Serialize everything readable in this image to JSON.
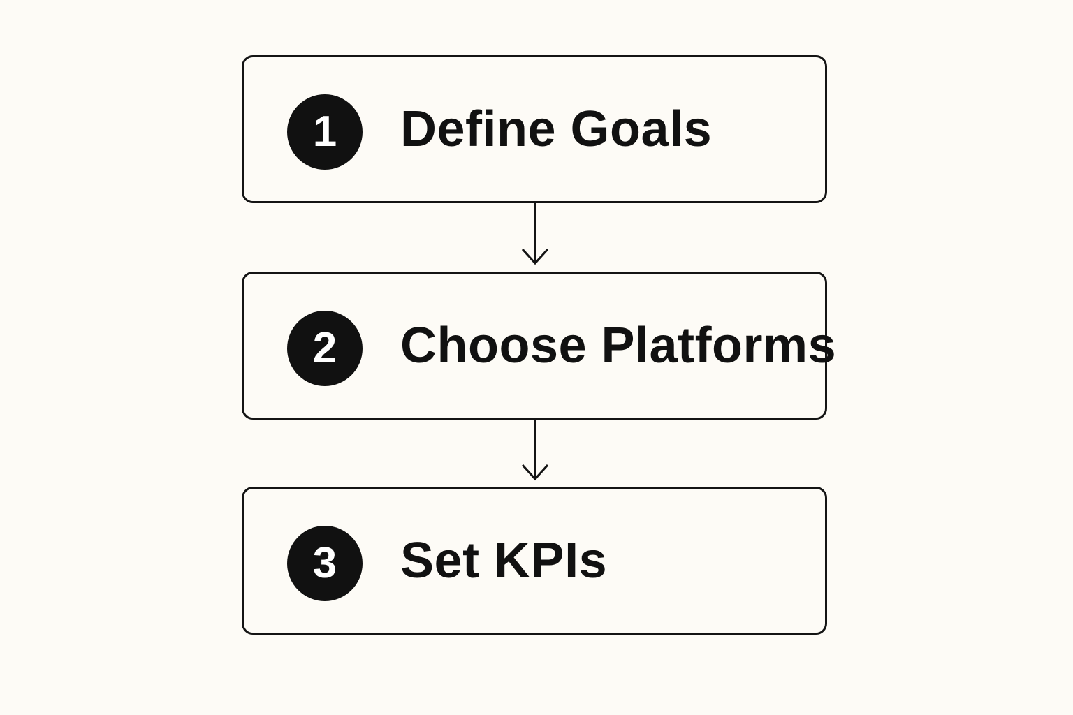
{
  "flowchart": {
    "steps": [
      {
        "number": "1",
        "label": "Define Goals"
      },
      {
        "number": "2",
        "label": "Choose Platforms"
      },
      {
        "number": "3",
        "label": "Set KPIs"
      }
    ]
  },
  "colors": {
    "background": "#fdfbf6",
    "ink": "#111111",
    "badge_text": "#ffffff"
  },
  "icons": {
    "connector": "arrow-down-icon"
  }
}
